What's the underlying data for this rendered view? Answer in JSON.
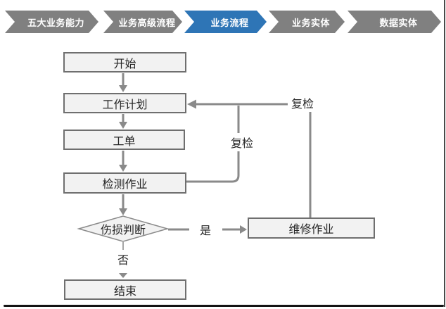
{
  "tabs": [
    {
      "label": "五大业务能力",
      "active": false
    },
    {
      "label": "业务高级流程",
      "active": false
    },
    {
      "label": "业务流程",
      "active": true
    },
    {
      "label": "业务实体",
      "active": false
    },
    {
      "label": "数据实体",
      "active": false
    }
  ],
  "flow": {
    "nodes": {
      "start": "开始",
      "plan": "工作计划",
      "order": "工单",
      "inspect": "检测作业",
      "decision": "伤损判断",
      "repair": "维修作业",
      "end": "结束"
    },
    "edge_labels": {
      "recheck_from_inspect": "复检",
      "recheck_from_repair": "复检",
      "yes": "是",
      "no": "否"
    }
  },
  "colors": {
    "tab_gray": "#808080",
    "tab_active_blue": "#2E75B6",
    "tab_text": "#ffffff",
    "node_fill": "#f2f2f2",
    "node_border": "#6f6f6f",
    "connector_gray": "#8a8a8a",
    "text": "#262626"
  }
}
